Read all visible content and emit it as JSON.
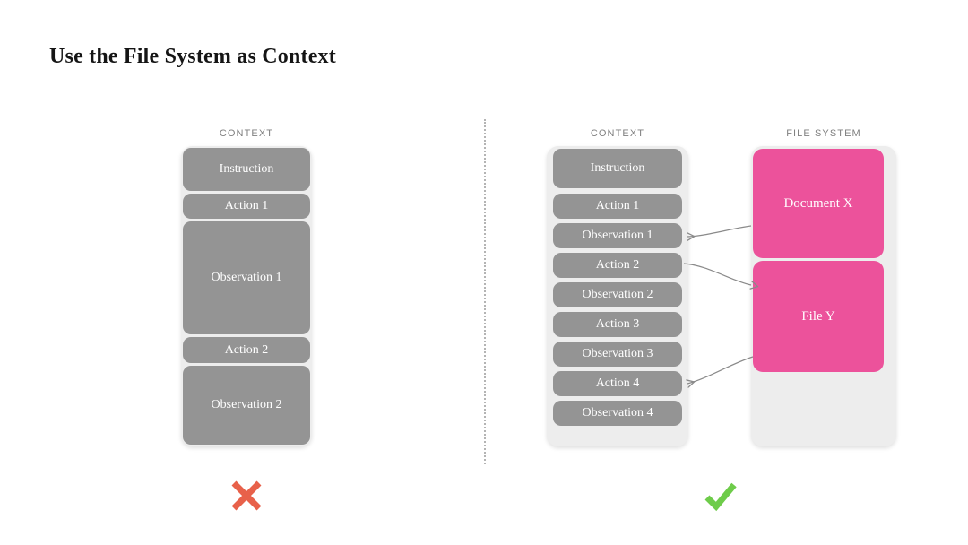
{
  "slide": {
    "title": "Use the File System as Context",
    "background_color": "#ffffff"
  },
  "colors": {
    "block_gray": "#949494",
    "block_pink": "#ec529b",
    "panel_gray": "#ededed",
    "label_gray": "#808080",
    "connector_gray": "#8a8a8a",
    "cross_red": "#e8614a",
    "check_green": "#6ecc4a",
    "title_black": "#151515",
    "divider_gray": "#b4b4b4"
  },
  "left_example": {
    "label": "CONTEXT",
    "verdict_icon": "cross-icon",
    "blocks": [
      {
        "label": "Instruction"
      },
      {
        "label": "Action 1"
      },
      {
        "label": "Observation 1"
      },
      {
        "label": "Action 2"
      },
      {
        "label": "Observation 2"
      }
    ]
  },
  "right_example": {
    "verdict_icon": "check-icon",
    "context": {
      "label": "CONTEXT",
      "blocks": [
        {
          "label": "Instruction"
        },
        {
          "label": "Action 1"
        },
        {
          "label": "Observation 1"
        },
        {
          "label": "Action 2"
        },
        {
          "label": "Observation 2"
        },
        {
          "label": "Action 3"
        },
        {
          "label": "Observation 3"
        },
        {
          "label": "Action 4"
        },
        {
          "label": "Observation 4"
        }
      ]
    },
    "file_system": {
      "label": "FILE SYSTEM",
      "blocks": [
        {
          "label": "Document X"
        },
        {
          "label": "File Y"
        }
      ]
    },
    "connectors": [
      {
        "from": "Document X",
        "to": "Observation 1",
        "direction": "to-context"
      },
      {
        "from": "Action 2",
        "to": "File Y",
        "direction": "to-file-system"
      },
      {
        "from": "File Y",
        "to": "Action 4",
        "direction": "to-context"
      }
    ]
  }
}
